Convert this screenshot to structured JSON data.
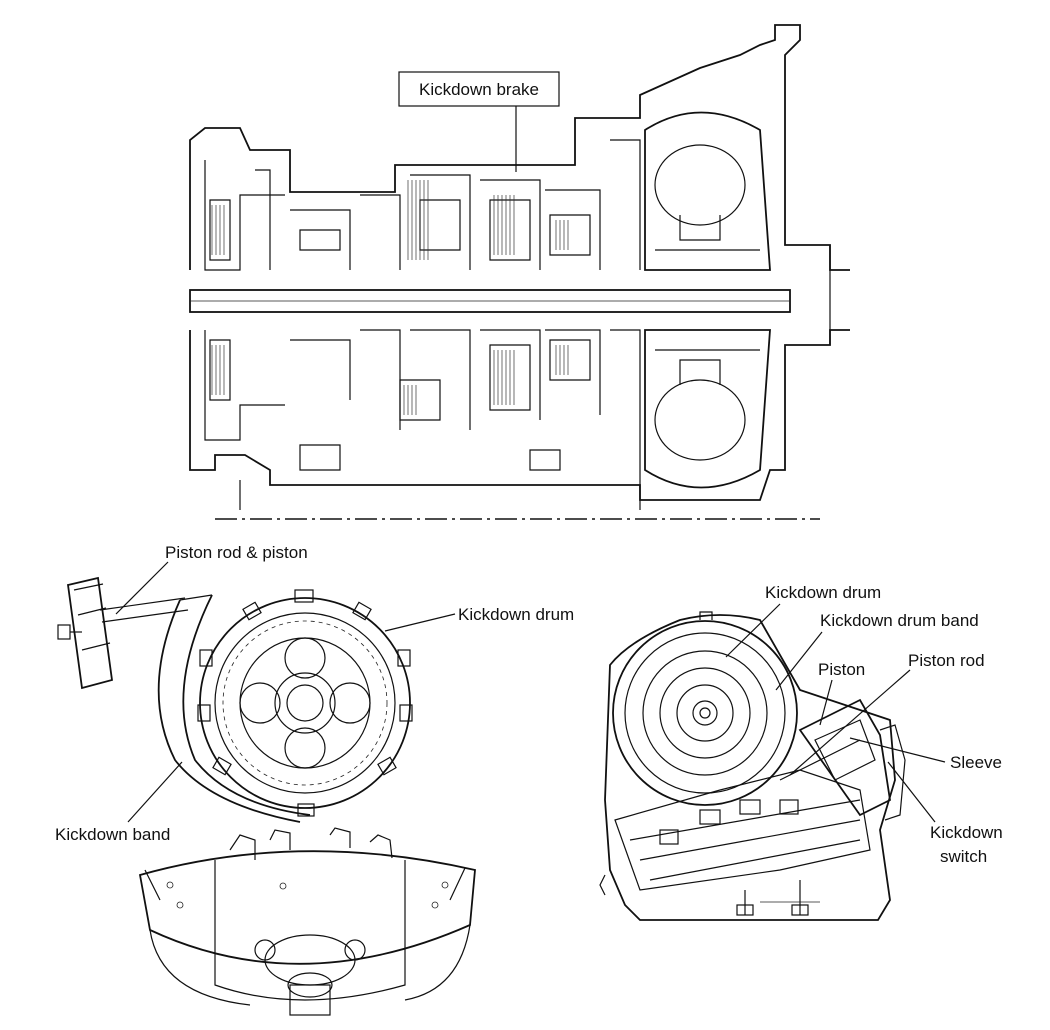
{
  "labels": {
    "kickdown_brake": "Kickdown brake",
    "piston_rod_and_piston": "Piston rod & piston",
    "kickdown_drum_left": "Kickdown drum",
    "kickdown_band": "Kickdown band",
    "kickdown_drum_right": "Kickdown drum",
    "kickdown_drum_band": "Kickdown drum band",
    "piston": "Piston",
    "piston_rod": "Piston rod",
    "sleeve": "Sleeve",
    "kickdown_switch_line1": "Kickdown",
    "kickdown_switch_line2": "switch"
  }
}
